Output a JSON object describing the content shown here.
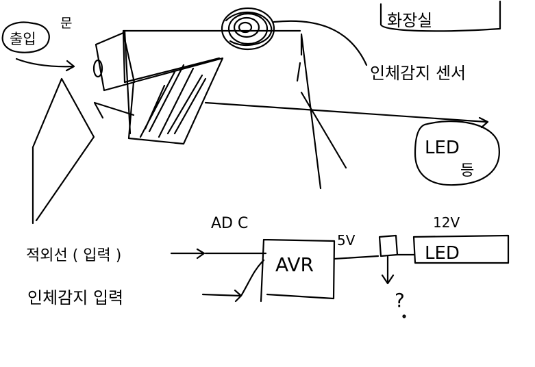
{
  "labels": {
    "entrance": "출입",
    "door": "문",
    "restroom": "화장실",
    "motion_sensor": "인체감지 센서",
    "led_lamp_top": "LED",
    "led_lamp_bottom": "등",
    "adc": "AD C",
    "ir_input": "적외선 ( 입력 )",
    "motion_input": "인체감지 입력",
    "avr": "AVR",
    "voltage_5v": "5V",
    "voltage_12v": "12V",
    "led_box": "LED",
    "question": "?"
  }
}
